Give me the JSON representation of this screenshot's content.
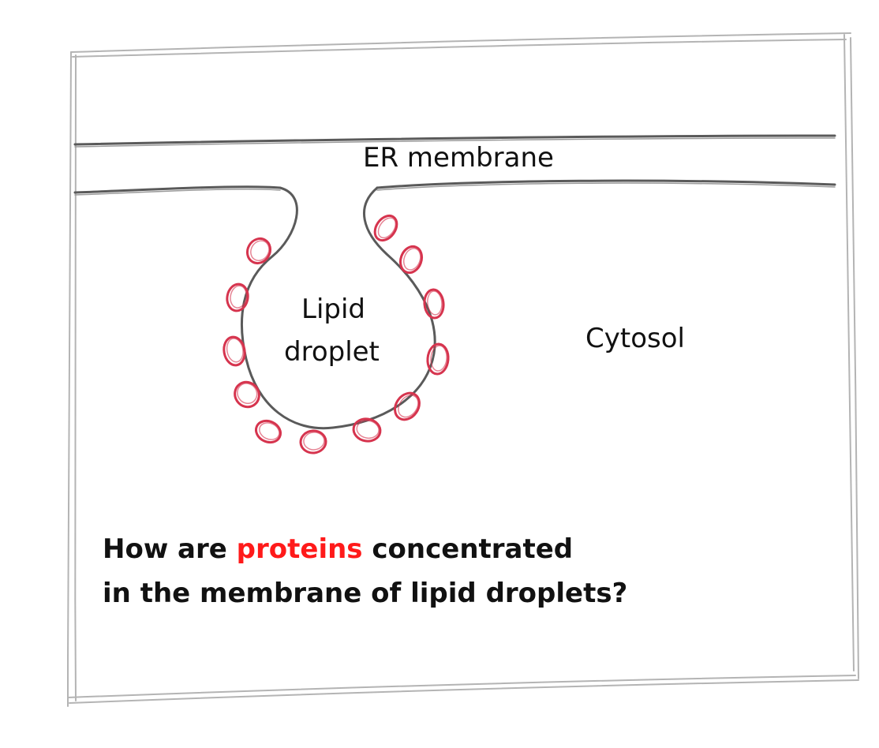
{
  "labels": {
    "er_membrane": "ER membrane",
    "lipid_line1": "Lipid",
    "lipid_line2": "droplet",
    "cytosol": "Cytosol"
  },
  "question": {
    "line1_before": "How are ",
    "line1_highlight": "proteins",
    "line1_after": " concentrated",
    "line2": "in the membrane of lipid droplets?"
  },
  "colors": {
    "protein": "#d6344e",
    "highlight": "#ff1a1a",
    "membrane": "#5a5a5a",
    "frame": "#b4b4b4",
    "text": "#111111"
  },
  "icons": {
    "protein_marker": "red-ring-icon"
  }
}
